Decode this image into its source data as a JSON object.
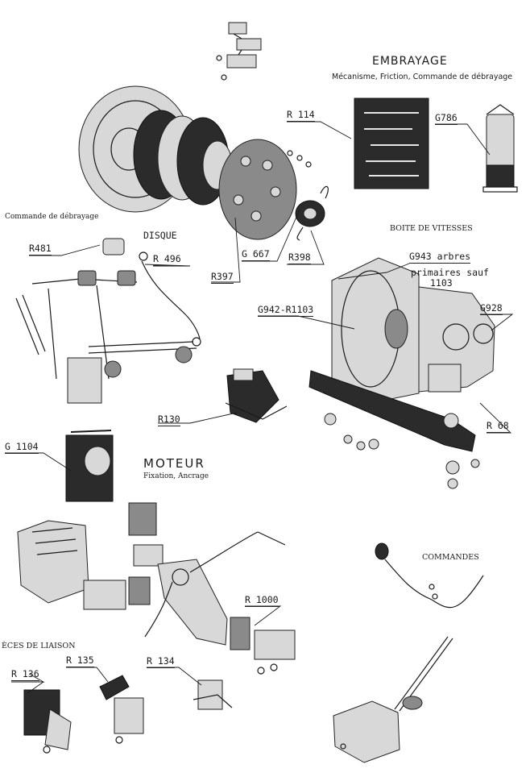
{
  "sections": {
    "embrayage_title": "EMBRAYAGE",
    "embrayage_subtitle": "Mécanisme, Friction, Commande de débrayage",
    "commande_debrayage": "Commande de débrayage",
    "disque": "DISQUE",
    "boite_de_vitesses": "BOITE DE VITESSES",
    "moteur_title": "MOTEUR",
    "moteur_subtitle": "Fixation, Ancrage",
    "pieces_de_liaison": "ÈCES DE LIAISON",
    "commandes": "COMMANDES"
  },
  "part_labels": {
    "r114": "R 114",
    "g786": "G786",
    "r481": "R481",
    "r496": "R 496",
    "g667": "G 667",
    "r398": "R398",
    "r397": "R397",
    "g943_line1": "G943  arbres",
    "g943_line2": "primaires sauf",
    "g943_line3": "1103",
    "g942": "G942-R1103",
    "g928": "G928",
    "r68": "R 68",
    "r130": "R130",
    "g1104": "G 1104",
    "r1000": "R 1000",
    "r136": "R 136",
    "r135": "R 135",
    "r134": "R 134"
  }
}
